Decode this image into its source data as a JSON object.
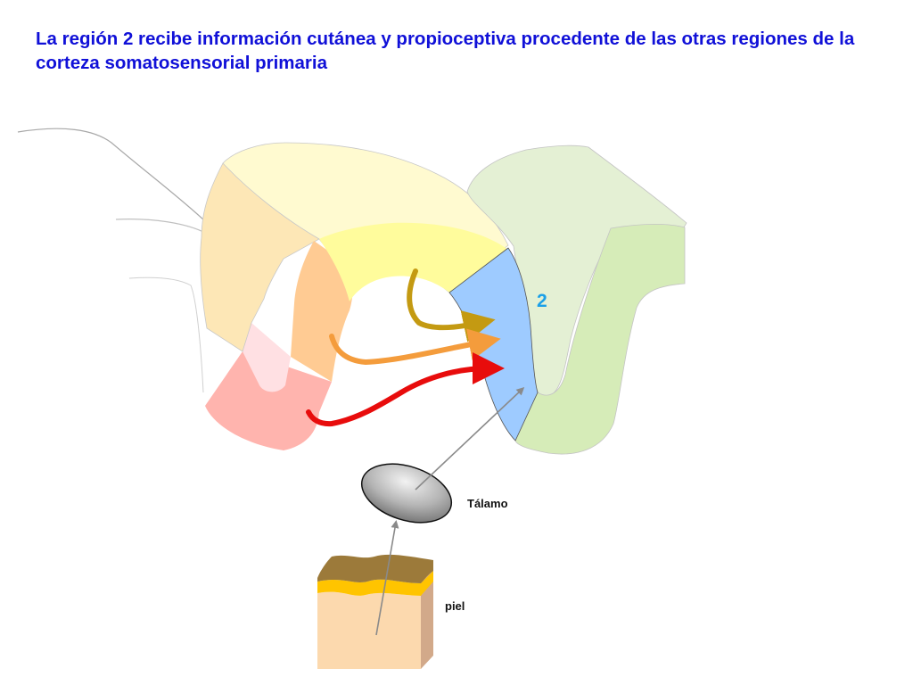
{
  "title": "La región 2 recibe información cutánea y propioceptiva procedente de las otras regiones de la corteza somatosensorial primaria",
  "labels": {
    "region_number": "2",
    "thalamus": "Tálamo",
    "skin": "piel"
  },
  "colors": {
    "title_text": "#1010d8",
    "region_2": "#9ecbff",
    "region_number": "#1ba0e8",
    "arrow_red": "#e80c0c",
    "arrow_orange": "#f49c3c",
    "arrow_gold": "#c49a12",
    "motor_cortex_green": "#d6ecb8",
    "thalamus_gray": "#9a9a9a",
    "skin_top": "#9c7a3a",
    "skin_fat": "#ffc400",
    "skin_body": "#fcd9ae"
  }
}
